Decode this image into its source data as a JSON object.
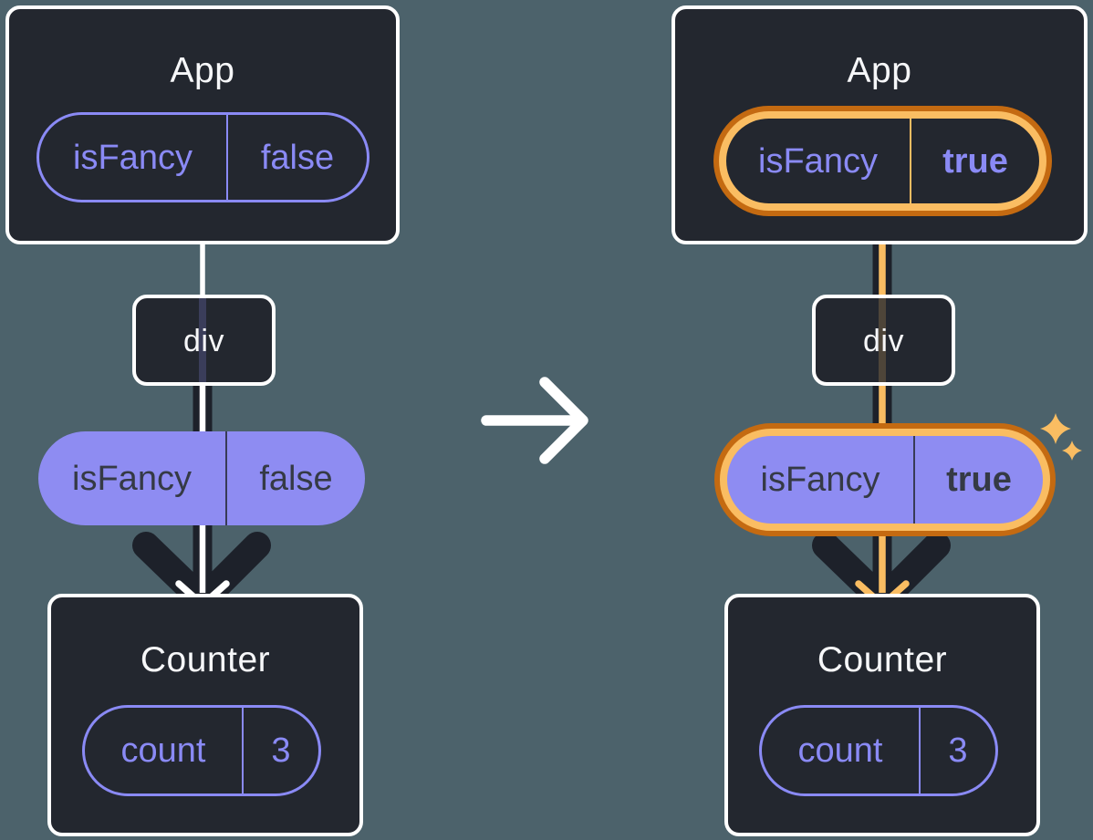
{
  "colors": {
    "background": "#4c626b",
    "box_fill": "#23272f",
    "box_border": "#ffffff",
    "purple": "#8a8af5",
    "purple_pill_fill": "#8e8cf2",
    "highlight_orange": "#fabd62",
    "highlight_orange_dark": "#c46a11",
    "edge_dark": "#1d212a",
    "title_text": "#f6f7f9",
    "pill_dark_text": "#353a45"
  },
  "before": {
    "app": {
      "title": "App",
      "state": {
        "key": "isFancy",
        "value": "false"
      }
    },
    "div": {
      "label": "div"
    },
    "prop": {
      "key": "isFancy",
      "value": "false"
    },
    "counter": {
      "title": "Counter",
      "state": {
        "key": "count",
        "value": "3"
      }
    }
  },
  "after": {
    "app": {
      "title": "App",
      "state": {
        "key": "isFancy",
        "value": "true"
      }
    },
    "div": {
      "label": "div"
    },
    "prop": {
      "key": "isFancy",
      "value": "true"
    },
    "counter": {
      "title": "Counter",
      "state": {
        "key": "count",
        "value": "3"
      }
    }
  }
}
